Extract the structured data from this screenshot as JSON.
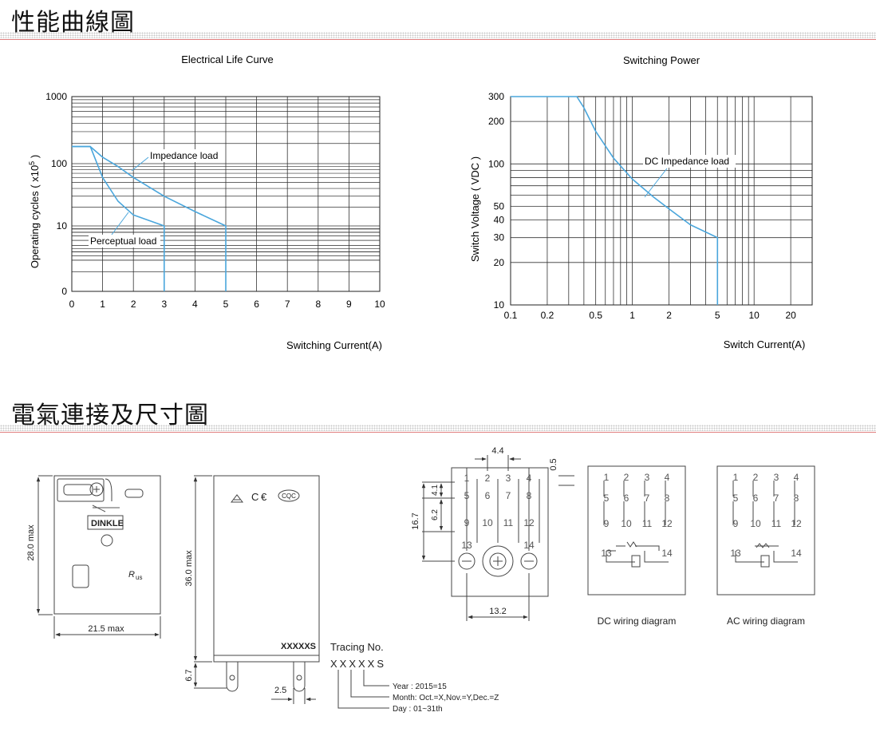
{
  "sections": {
    "performance_title": "性能曲線圖",
    "wiring_title": "電氣連接及尺寸圖"
  },
  "chart_data": [
    {
      "type": "line",
      "title": "Electrical Life Curve",
      "xlabel": "Switching Current(A)",
      "ylabel": "Operating cycles ( x10",
      "ylabel_sup": "5",
      "ylabel_close": " )",
      "xlim": [
        0,
        10
      ],
      "x_ticks": [
        "0",
        "1",
        "2",
        "3",
        "4",
        "5",
        "6",
        "7",
        "8",
        "9",
        "10"
      ],
      "y_ticks": [
        "1000",
        "100",
        "10",
        "0"
      ],
      "y_scale": "log",
      "grid": true,
      "series": [
        {
          "name": "Impedance load",
          "x": [
            0,
            0.6,
            1,
            1.5,
            2,
            3,
            4,
            5,
            5
          ],
          "y": [
            180,
            180,
            125,
            90,
            60,
            30,
            17,
            10,
            0
          ]
        },
        {
          "name": "Perceptual load",
          "x": [
            0,
            0.6,
            1,
            1.5,
            2,
            3,
            3
          ],
          "y": [
            180,
            180,
            60,
            25,
            15,
            10,
            0
          ]
        }
      ]
    },
    {
      "type": "line",
      "title": "Switching Power",
      "xlabel": "Switch Current(A)",
      "ylabel": "Switch Voltage ( VDC )",
      "x_scale": "log",
      "y_scale": "log",
      "x_ticks": [
        "0.1",
        "0.2",
        "0.5",
        "1",
        "2",
        "5",
        "10",
        "20"
      ],
      "y_ticks": [
        "300",
        "200",
        "100",
        "50",
        "40",
        "30",
        "20",
        "10"
      ],
      "grid": true,
      "series": [
        {
          "name": "DC Impedance load",
          "x": [
            0.1,
            0.35,
            0.4,
            0.5,
            0.7,
            1,
            1.5,
            2,
            3,
            5,
            5
          ],
          "y": [
            300,
            300,
            250,
            170,
            110,
            78,
            58,
            48,
            37,
            30,
            10
          ]
        }
      ]
    }
  ],
  "diagram": {
    "brand": "DINKLE",
    "cqc": "CQC",
    "ce": "C €",
    "ul": "R",
    "ul_sub": "us",
    "dim_height_28": "28.0 max",
    "dim_width_21": "21.5 max",
    "dim_height_36": "36.0 max",
    "dim_67": "6.7",
    "dim_25": "2.5",
    "marking": "XXXXXS",
    "tracing_label": "Tracing No.",
    "tracing_code": "XXXXXS",
    "legend_year": "Year   :  2015=15",
    "legend_month": "Month:  Oct.=X,Nov.=Y,Dec.=Z",
    "legend_day": "Day    :  01~31th",
    "dim_44": "4.4",
    "dim_05": "0.5",
    "dim_41": "4.1",
    "dim_62": "6.2",
    "dim_167": "16.7",
    "dim_132": "13.2",
    "pins": [
      "1",
      "2",
      "3",
      "4",
      "5",
      "6",
      "7",
      "8",
      "9",
      "10",
      "11",
      "12",
      "13",
      "14"
    ],
    "dc_caption": "DC wiring diagram",
    "ac_caption": "AC wiring diagram"
  }
}
